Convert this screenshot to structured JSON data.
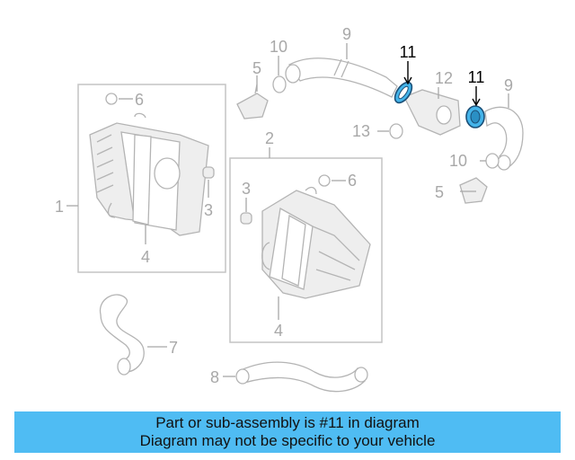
{
  "callouts": {
    "c1": "1",
    "c2": "2",
    "c3a": "3",
    "c3b": "3",
    "c4a": "4",
    "c4b": "4",
    "c5a": "5",
    "c5b": "5",
    "c6a": "6",
    "c6b": "6",
    "c7": "7",
    "c8": "8",
    "c9a": "9",
    "c9b": "9",
    "c10a": "10",
    "c10b": "10",
    "c11a": "11",
    "c11b": "11",
    "c12": "12",
    "c13": "13"
  },
  "colors": {
    "highlight": "#44b4ea",
    "banner": "#4fbcf3",
    "part_line": "#b4b4b4"
  },
  "caption": {
    "line1": "Part or sub-assembly is #11 in diagram",
    "line2": "Diagram may not be specific to your vehicle"
  }
}
